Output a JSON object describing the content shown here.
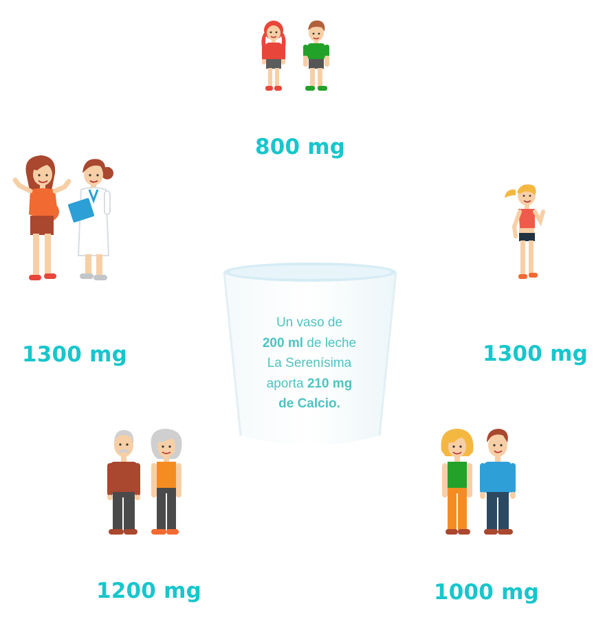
{
  "colors": {
    "accent": "#17c6cc",
    "glass_text": "#4ec3c1"
  },
  "groups": [
    {
      "id": "children",
      "amount": "800 mg",
      "figures": [
        "girl",
        "boy"
      ]
    },
    {
      "id": "pregnant",
      "amount": "1300 mg",
      "figures": [
        "pregnant-woman",
        "doctor"
      ]
    },
    {
      "id": "teen",
      "amount": "1300 mg",
      "figures": [
        "teen-girl"
      ]
    },
    {
      "id": "seniors",
      "amount": "1200 mg",
      "figures": [
        "elderly-man",
        "elderly-woman"
      ]
    },
    {
      "id": "adults",
      "amount": "1000 mg",
      "figures": [
        "adult-woman",
        "adult-man"
      ]
    }
  ],
  "glass": {
    "line1": "Un vaso de",
    "line2_bold": "200 ml",
    "line2_rest": " de leche",
    "line3": "La Serenísima",
    "line4_pre": "aporta ",
    "line4_bold": "210 mg",
    "line5_bold": "de Calcio."
  }
}
